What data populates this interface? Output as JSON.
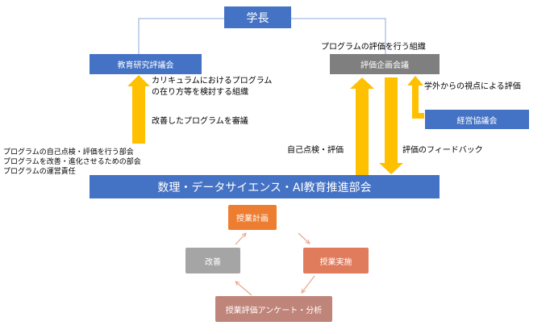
{
  "colors": {
    "blue": "#4472c4",
    "gray": "#7f7f7f",
    "arrow_yellow": "#ffc000",
    "line_blue": "#8faadc",
    "plan_orange": "#ed7d31",
    "impl_orange": "#e07b5c",
    "survey_brown": "#c0857a",
    "improve_gray": "#a5a5a5",
    "cycle_arrow": "#e8a58c"
  },
  "nodes": {
    "president": "学長",
    "education_council": "教育研究評議会",
    "evaluation_council": "評価企画会議",
    "management_council": "経営協議会",
    "main_dept": "数理・データサイエンス・AI教育推進部会"
  },
  "labels": {
    "curriculum_line1": "カリキュラムにおけるプログラム",
    "curriculum_line2": "の在り方等を検討する組織",
    "improved_program": "改善したプログラムを審議",
    "program_eval_org": "プログラムの評価を行う組織",
    "external_view": "学外からの視点による評価",
    "self_check": "自己点検・評価",
    "feedback": "評価のフィードバック",
    "dept_role1": "プログラムの自己点検・評価を行う部会",
    "dept_role2": "プログラムを改善・進化させるための部会",
    "dept_role3": "プログラムの運営責任"
  },
  "cycle": {
    "plan": "授業計画",
    "implement": "授業実施",
    "survey": "授業評価アンケート・分析",
    "improve": "改善"
  }
}
